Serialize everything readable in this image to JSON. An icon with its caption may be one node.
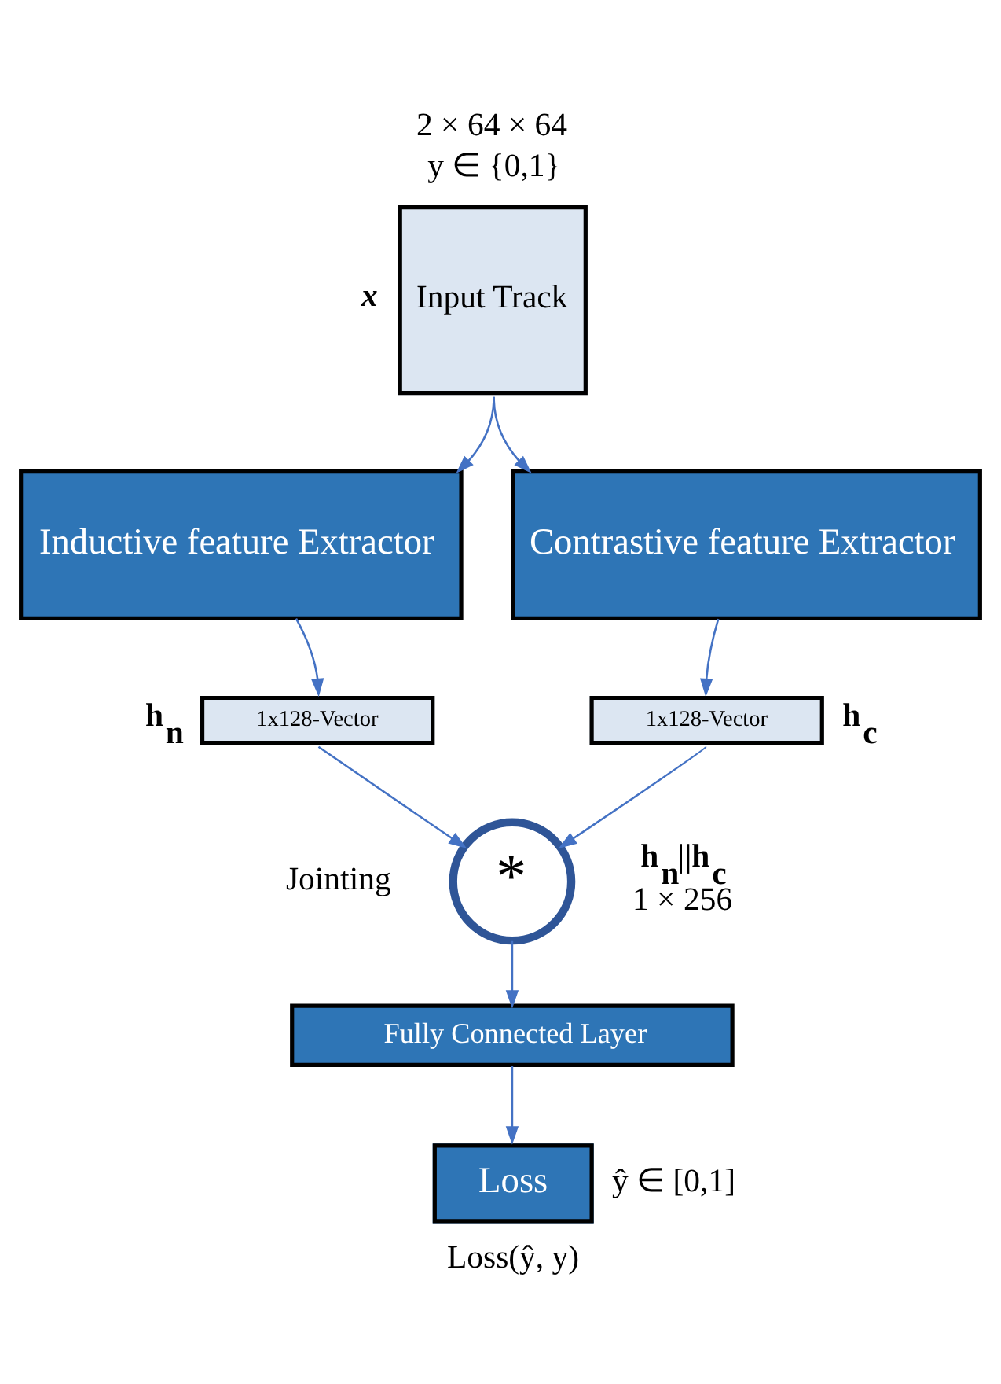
{
  "diagram": {
    "nodes": [
      {
        "text": [
          "Input Track"
        ],
        "beside": [
          "2 × 64 × 64",
          "y ∈ {0,1}",
          "x"
        ]
      },
      {
        "text": [
          "Inductive feature Extractor"
        ]
      },
      {
        "text": [
          "Contrastive feature Extractor"
        ]
      },
      {
        "text": [
          "1x128-Vector"
        ],
        "beside": [
          "h$_{n}$"
        ]
      },
      {
        "text": [
          "1x128-Vector"
        ],
        "beside": [
          "h$_{c}$"
        ]
      },
      {
        "text": [
          "*"
        ],
        "beside": [
          "Jointing",
          "**h$_{n}$||h$_{c}$**",
          "1 × 256"
        ]
      },
      {
        "text": [
          "Fully Connected Layer"
        ]
      },
      {
        "text": [
          "Loss"
        ],
        "beside": [
          "ŷ ∈ [0,1]",
          "Loss(ŷ, y)"
        ]
      }
    ],
    "edges": [
      {
        "from": 0,
        "to": 1,
        "arrow": "to"
      },
      {
        "from": 0,
        "to": 2,
        "arrow": "to"
      },
      {
        "from": 1,
        "to": 3,
        "arrow": "to"
      },
      {
        "from": 2,
        "to": 4,
        "arrow": "to"
      },
      {
        "from": 3,
        "to": 5,
        "arrow": "to"
      },
      {
        "from": 4,
        "to": 5,
        "arrow": "to"
      },
      {
        "from": 5,
        "to": 6,
        "arrow": "to"
      },
      {
        "from": 6,
        "to": 7,
        "arrow": "to"
      }
    ]
  }
}
